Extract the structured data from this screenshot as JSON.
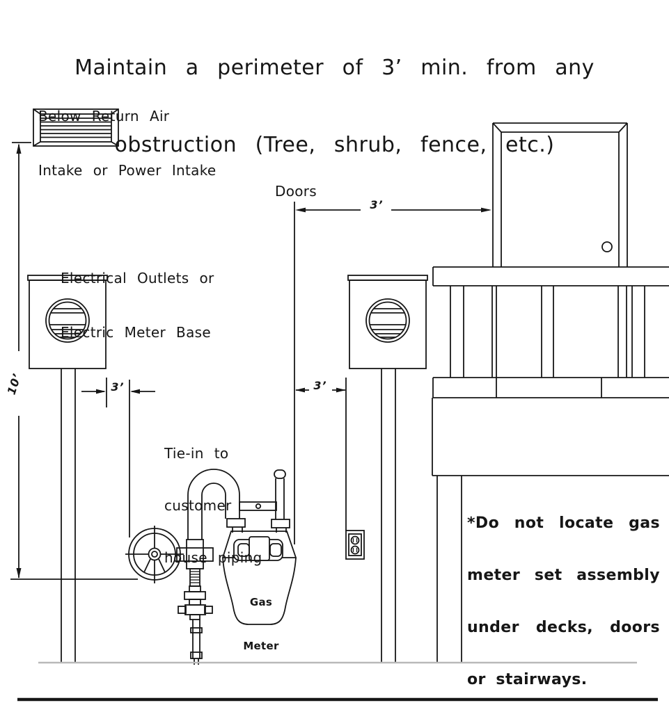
{
  "title": {
    "line1": "Maintain a perimeter of 3’ min. from any",
    "line2": "obstruction (Tree, shrub, fence, etc.)"
  },
  "labels": {
    "air_intake": {
      "line1": "Below Return Air",
      "line2": "Intake or Power Intake"
    },
    "doors": "Doors",
    "electrical": {
      "line1": "Electrical Outlets or",
      "line2": "Electric Meter Base"
    },
    "tie_in": {
      "line1": "Tie-in to",
      "line2": "customer",
      "line3": "house piping"
    },
    "gas_meter": {
      "line1": "Gas",
      "line2": "Meter"
    }
  },
  "note": {
    "line1": "*Do not locate gas",
    "line2": "meter set assembly",
    "line3": "under decks, doors",
    "line4": "or stairways."
  },
  "dimensions": {
    "height_from_intake": "10’",
    "doors_clearance": "3’",
    "left_clearance": "3’",
    "right_clearance": "3’"
  },
  "colors": {
    "ink": "#161616",
    "ground_line": "#b9b9b9",
    "background": "#ffffff"
  }
}
